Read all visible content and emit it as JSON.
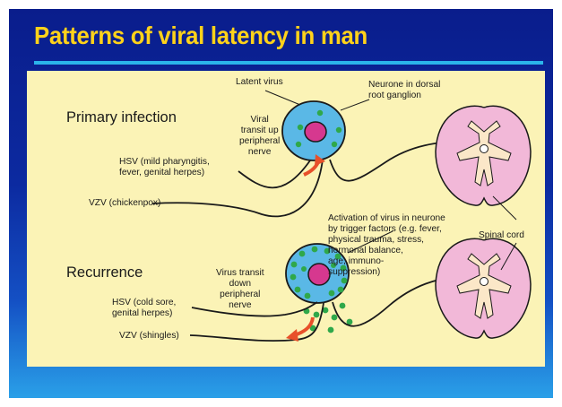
{
  "slide": {
    "title": "Patterns of viral latency in man",
    "colors": {
      "title": "#ffd21a",
      "underline": "#2bb5ea",
      "panel": "#fbf3b6",
      "background": "#0c2aa0"
    }
  },
  "primary": {
    "heading": "Primary infection",
    "latent_virus": "Latent virus",
    "neurone": "Neurone in dorsal\nroot ganglion",
    "transit_up": "Viral\ntransit up\nperipheral\nnerve",
    "hsv": "HSV (mild pharyngitis,\nfever, genital herpes)",
    "vzv": "VZV (chickenpox)"
  },
  "recurrence": {
    "heading": "Recurrence",
    "activation": "Activation of virus in neurone\nby trigger factors (e.g. fever,\nphysical trauma, stress,\nhormonal balance,\nage, immuno-\nsuppression)",
    "transit_down": "Virus transit\ndown\nperipheral\nnerve",
    "hsv": "HSV (cold sore,\ngenital herpes)",
    "vzv": "VZV (shingles)"
  },
  "spinal_cord": "Spinal cord",
  "diagram_colors": {
    "neurone_fill": "#5ab8e6",
    "nucleus_fill": "#d6388f",
    "virus_dot": "#2fa84a",
    "cord_fill": "#f2b8d8",
    "grey_matter": "#fbe7c8",
    "arrow": "#e8502a"
  }
}
